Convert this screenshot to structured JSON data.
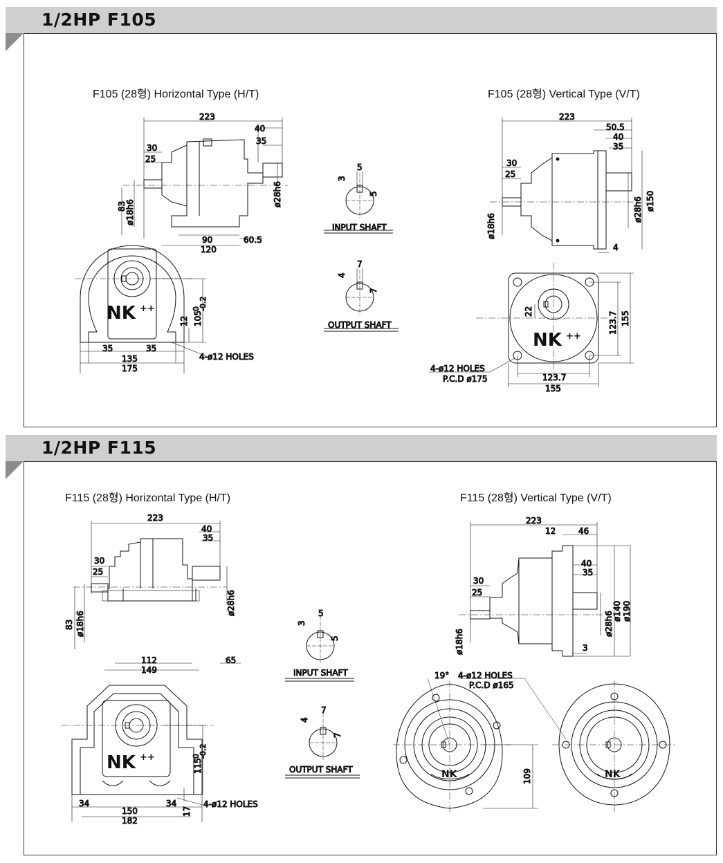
{
  "sections": [
    {
      "title": "1/2HP F105",
      "horizontal_caption": "F105 (28형) Horizontal Type (H/T)",
      "vertical_caption": "F105 (28형) Vertical Type (V/T)",
      "input_shaft_label": "INPUT SHAFT",
      "output_shaft_label": "OUTPUT SHAFT",
      "logo": "NK",
      "logo_plus": "++",
      "h_dims": {
        "d223": "223",
        "d40": "40",
        "d35": "35",
        "d30": "30",
        "d25": "25",
        "d83": "83",
        "d18h6": "ø18h6",
        "d28h6": "ø28h6",
        "d90": "90",
        "d120": "120",
        "d60_5": "60.5",
        "d12": "12",
        "d105": "105",
        "d105_tol": "0\n-0.2",
        "d135": "135",
        "d175": "175",
        "d35b": "35",
        "d35c": "35",
        "holes": "4-ø12 HOLES"
      },
      "shaft_dims": {
        "in5": "5",
        "in3": "3",
        "in5b": "5",
        "out7": "7",
        "out4": "4",
        "out7b": "7"
      },
      "v_dims": {
        "d223": "223",
        "d50_5": "50.5",
        "d40": "40",
        "d35": "35",
        "d30": "30",
        "d25": "25",
        "d18h6": "ø18h6",
        "d28h6": "ø28h6",
        "d150": "ø150",
        "d4": "4",
        "d22": "22",
        "d123_7": "123.7",
        "d155": "155",
        "d123_7b": "123.7",
        "d155b": "155",
        "holes": "4-ø12 HOLES",
        "pcd": "P.C.D ø175"
      }
    },
    {
      "title": "1/2HP F115",
      "horizontal_caption": "F115 (28형) Horizontal Type (H/T)",
      "vertical_caption": "F115 (28형) Vertical Type (V/T)",
      "input_shaft_label": "INPUT SHAFT",
      "output_shaft_label": "OUTPUT SHAFT",
      "logo": "NK",
      "logo_plus": "++",
      "h_dims": {
        "d223": "223",
        "d40": "40",
        "d35": "35",
        "d30": "30",
        "d25": "25",
        "d83": "83",
        "d18h6": "ø18h6",
        "d28h6": "ø28h6",
        "d112": "112",
        "d149": "149",
        "d65": "65",
        "d115": "115",
        "d115_tol": "0\n-0.2",
        "d17": "17",
        "d34": "34",
        "d34b": "34",
        "d150": "150",
        "d182": "182",
        "holes": "4-ø12 HOLES"
      },
      "shaft_dims": {
        "in5": "5",
        "in3": "3",
        "in5b": "5",
        "out7": "7",
        "out4": "4",
        "out7b": "7"
      },
      "v_dims": {
        "d223": "223",
        "d12": "12",
        "d46": "46",
        "d40": "40",
        "d35": "35",
        "d30": "30",
        "d25": "25",
        "d18h6": "ø18h6",
        "d28h6": "ø28h6",
        "d140": "ø140",
        "d190": "ø190",
        "d3": "3",
        "d19": "19°",
        "holes": "4-ø12 HOLES",
        "pcd": "P.C.D ø165",
        "d109": "109"
      }
    }
  ]
}
